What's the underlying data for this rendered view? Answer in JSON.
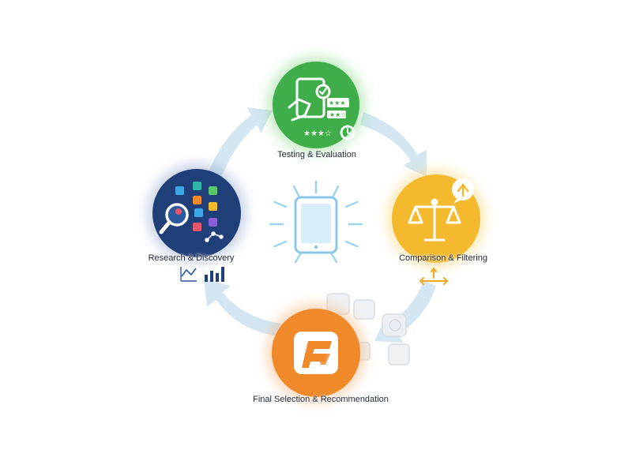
{
  "diagram": {
    "type": "cycle",
    "nodes": [
      {
        "label": "Testing & Evaluation",
        "color": "#3fad49",
        "icon": "tablet-review-icon"
      },
      {
        "label": "Comparison & Filtering",
        "color": "#f5b92e",
        "icon": "scales-icon"
      },
      {
        "label": "Final Selection & Recommendation",
        "color": "#f0892a",
        "icon": "app-logo-icon"
      },
      {
        "label": "Research & Discovery",
        "color": "#1f3f78",
        "icon": "magnifier-apps-icon"
      }
    ],
    "center_icon": "tablet-icon",
    "arrow_color": "#cfe3f0"
  }
}
